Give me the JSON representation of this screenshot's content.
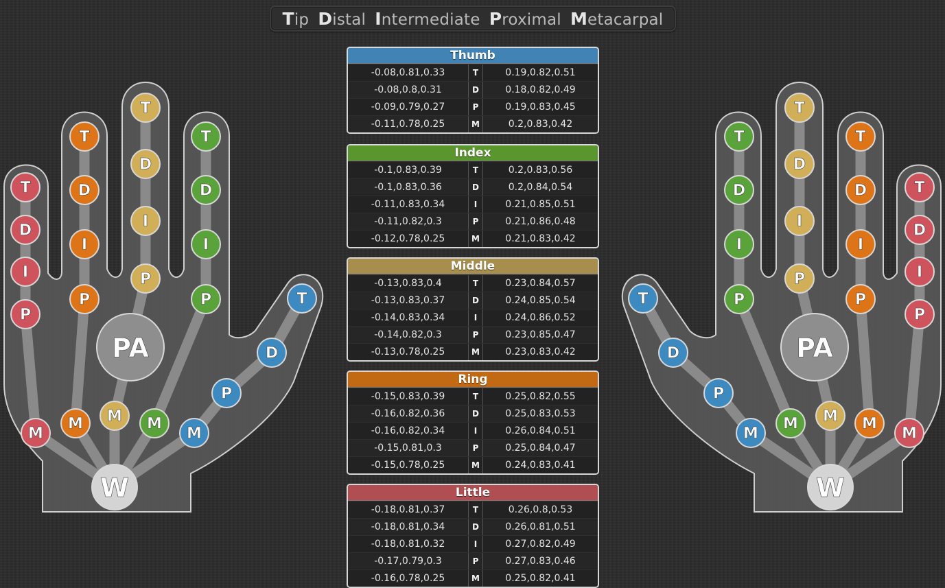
{
  "legend": [
    {
      "initial": "T",
      "rest": "ip"
    },
    {
      "initial": "D",
      "rest": "istal"
    },
    {
      "initial": "I",
      "rest": "ntermediate"
    },
    {
      "initial": "P",
      "rest": "roximal"
    },
    {
      "initial": "M",
      "rest": "etacarpal"
    }
  ],
  "colors": {
    "thumb": "#3d8ac0",
    "index": "#5aa33a",
    "middle": "#d1ae58",
    "ring": "#de7418",
    "little": "#cf535d",
    "palm": "#8c8c8c",
    "wrist": "#d4d4d4",
    "header_thumb": "#4183b4",
    "header_index": "#5a962e",
    "header_middle": "#a88e4c",
    "header_ring": "#c26a13",
    "header_little": "#b04e52"
  },
  "hand_labels": {
    "palm": "PA",
    "wrist": "W",
    "tip": "T",
    "distal": "D",
    "intermediate": "I",
    "proximal": "P",
    "metacarpal": "M"
  },
  "fingers": [
    {
      "name": "Thumb",
      "color_key": "header_thumb",
      "rows": [
        {
          "left": "-0.08,0.81,0.33",
          "joint": "T",
          "right": "0.19,0.82,0.51"
        },
        {
          "left": "-0.08,0.8,0.31",
          "joint": "D",
          "right": "0.18,0.82,0.49"
        },
        {
          "left": "-0.09,0.79,0.27",
          "joint": "P",
          "right": "0.19,0.83,0.45"
        },
        {
          "left": "-0.11,0.78,0.25",
          "joint": "M",
          "right": "0.2,0.83,0.42"
        }
      ]
    },
    {
      "name": "Index",
      "color_key": "header_index",
      "rows": [
        {
          "left": "-0.1,0.83,0.39",
          "joint": "T",
          "right": "0.2,0.83,0.56"
        },
        {
          "left": "-0.1,0.83,0.36",
          "joint": "D",
          "right": "0.2,0.84,0.54"
        },
        {
          "left": "-0.11,0.83,0.34",
          "joint": "I",
          "right": "0.21,0.85,0.51"
        },
        {
          "left": "-0.11,0.82,0.3",
          "joint": "P",
          "right": "0.21,0.86,0.48"
        },
        {
          "left": "-0.12,0.78,0.25",
          "joint": "M",
          "right": "0.21,0.83,0.42"
        }
      ]
    },
    {
      "name": "Middle",
      "color_key": "header_middle",
      "rows": [
        {
          "left": "-0.13,0.83,0.4",
          "joint": "T",
          "right": "0.23,0.84,0.57"
        },
        {
          "left": "-0.13,0.83,0.37",
          "joint": "D",
          "right": "0.24,0.85,0.54"
        },
        {
          "left": "-0.14,0.83,0.34",
          "joint": "I",
          "right": "0.24,0.86,0.52"
        },
        {
          "left": "-0.14,0.82,0.3",
          "joint": "P",
          "right": "0.23,0.85,0.47"
        },
        {
          "left": "-0.13,0.78,0.25",
          "joint": "M",
          "right": "0.23,0.83,0.42"
        }
      ]
    },
    {
      "name": "Ring",
      "color_key": "header_ring",
      "rows": [
        {
          "left": "-0.15,0.83,0.39",
          "joint": "T",
          "right": "0.25,0.82,0.55"
        },
        {
          "left": "-0.16,0.82,0.36",
          "joint": "D",
          "right": "0.25,0.83,0.53"
        },
        {
          "left": "-0.16,0.82,0.34",
          "joint": "I",
          "right": "0.26,0.84,0.51"
        },
        {
          "left": "-0.15,0.81,0.3",
          "joint": "P",
          "right": "0.25,0.84,0.47"
        },
        {
          "left": "-0.15,0.78,0.25",
          "joint": "M",
          "right": "0.24,0.83,0.41"
        }
      ]
    },
    {
      "name": "Little",
      "color_key": "header_little",
      "rows": [
        {
          "left": "-0.18,0.81,0.37",
          "joint": "T",
          "right": "0.26,0.8,0.53"
        },
        {
          "left": "-0.18,0.81,0.34",
          "joint": "D",
          "right": "0.26,0.81,0.51"
        },
        {
          "left": "-0.18,0.81,0.32",
          "joint": "I",
          "right": "0.27,0.82,0.49"
        },
        {
          "left": "-0.17,0.79,0.3",
          "joint": "P",
          "right": "0.27,0.83,0.46"
        },
        {
          "left": "-0.16,0.78,0.25",
          "joint": "M",
          "right": "0.25,0.82,0.41"
        }
      ]
    }
  ]
}
